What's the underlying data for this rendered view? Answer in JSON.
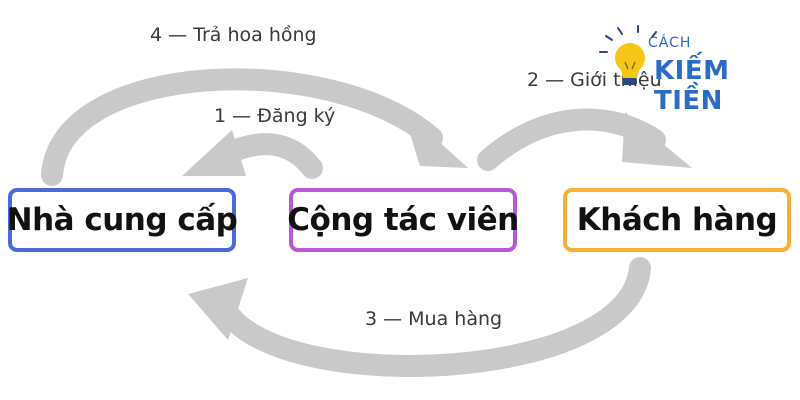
{
  "logo": {
    "line1": "CÁCH",
    "line2": "KIẾM TIỀN",
    "color": "#2b6cc4",
    "bulb_color": "#f5c518",
    "icon": "lightbulb-icon"
  },
  "nodes": {
    "supplier": {
      "label": "Nhà cung cấp",
      "border_color": "#4a6bdc"
    },
    "affiliate": {
      "label": "Cộng tác viên",
      "border_color": "#b85ad8"
    },
    "customer": {
      "label": "Khách hàng",
      "border_color": "#f5b233"
    }
  },
  "steps": {
    "register": "1 — Đăng ký",
    "introduce": "2 — Giới thiệu",
    "purchase": "3 — Mua hàng",
    "commission": "4 — Trả hoa hồng"
  },
  "arrow_color": "#c9c9c9"
}
